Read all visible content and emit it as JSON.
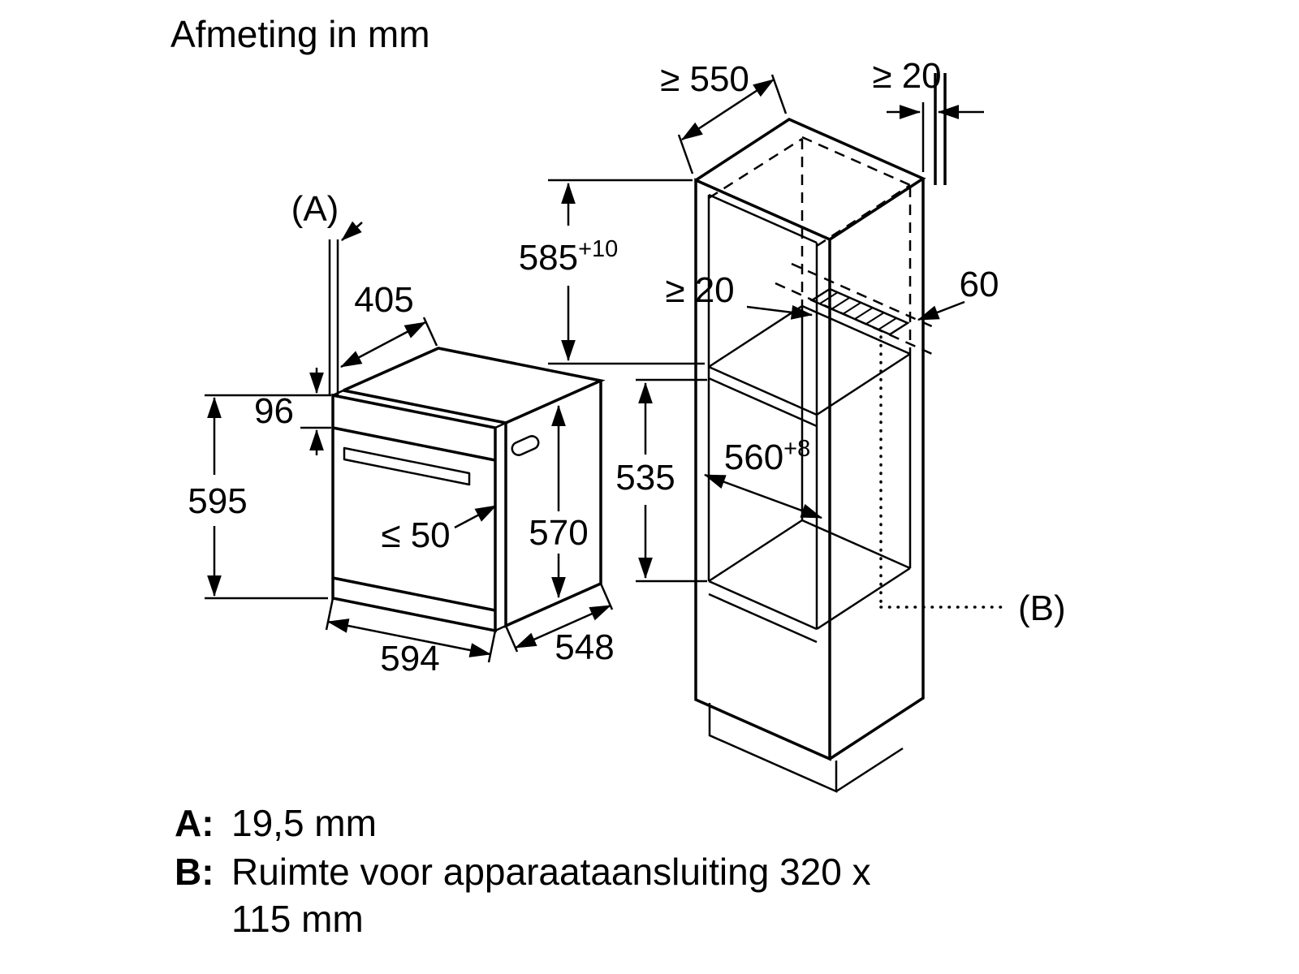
{
  "title": "Afmeting in mm",
  "oven": {
    "ref_a": "(A)",
    "dim_top_depth": "405",
    "dim_panel_height": "96",
    "dim_height": "595",
    "dim_door_protrusion": "≤ 50",
    "dim_side_height": "570",
    "dim_width": "594",
    "dim_depth": "548"
  },
  "cabinet": {
    "dim_min_depth": "≥ 550",
    "dim_wall_gap": "≥ 20",
    "dim_niche_height": "585",
    "dim_niche_height_tol": "+10",
    "dim_rear_gap": "≥ 20",
    "dim_vent_width": "60",
    "dim_lower_height": "535",
    "dim_niche_depth": "560",
    "dim_niche_depth_tol": "+8",
    "ref_b": "(B)"
  },
  "legend": {
    "a_key": "A:",
    "a_value": "19,5 mm",
    "b_key": "B:",
    "b_value_line1": "Ruimte voor apparaataansluiting 320 x",
    "b_value_line2": "115 mm"
  }
}
